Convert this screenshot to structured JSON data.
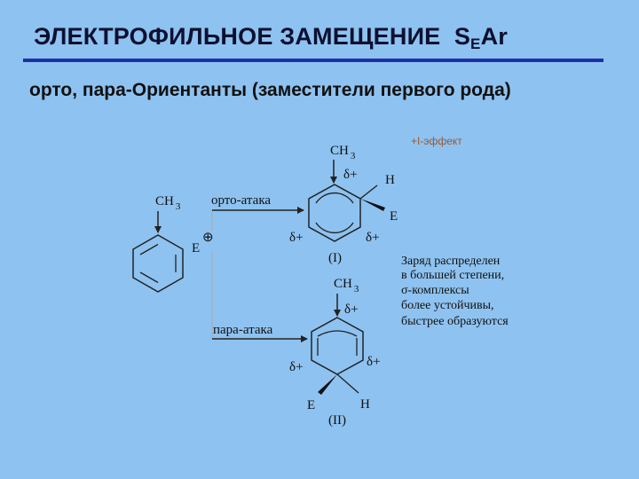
{
  "title": {
    "main": "ЭЛЕКТРОФИЛЬНОЕ ЗАМЕЩЕНИЕ",
    "s": "S",
    "sub": "E",
    "ar": "Ar"
  },
  "subtitle": "орто, пара-Ориентанты (заместители первого рода)",
  "effect_label": "+I-эффект",
  "scheme": {
    "reactant": {
      "group": "CH",
      "group_sub": "3"
    },
    "electrophile": {
      "symbol": "E",
      "charge": "⊕"
    },
    "ortho_attack": "орто-атака",
    "para_attack": "пара-атака",
    "complex1": {
      "group": "CH",
      "group_sub": "3",
      "delta_top": "δ+",
      "delta_left": "δ+",
      "delta_right": "δ+",
      "h": "H",
      "e": "E",
      "label": "(I)"
    },
    "complex2": {
      "group": "CH",
      "group_sub": "3",
      "delta_top": "δ+",
      "delta_left": "δ+",
      "delta_right": "δ+",
      "e": "E",
      "h": "H",
      "label": "(II)"
    },
    "note_lines": [
      "Заряд распределен",
      "в большей степени,",
      "σ-комплексы",
      "более устойчивы,",
      "быстрее образуются"
    ]
  }
}
